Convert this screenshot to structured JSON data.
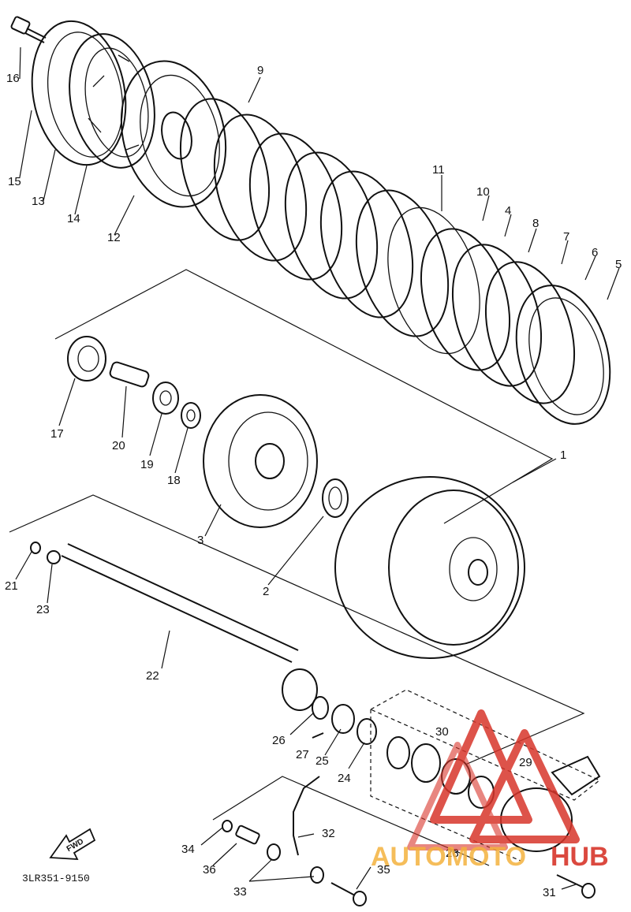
{
  "labels": {
    "p1": "1",
    "p2": "2",
    "p3": "3",
    "p4": "4",
    "p5": "5",
    "p6": "6",
    "p7": "7",
    "p8": "8",
    "p9": "9",
    "p10": "10",
    "p11": "11",
    "p12": "12",
    "p13": "13",
    "p14": "14",
    "p15": "15",
    "p16": "16",
    "p17": "17",
    "p18": "18",
    "p19": "19",
    "p20": "20",
    "p21": "21",
    "p22": "22",
    "p23": "23",
    "p24": "24",
    "p25": "25",
    "p26": "26",
    "p27": "27",
    "p28": "28",
    "p29": "29",
    "p30": "30",
    "p31": "31",
    "p32": "32",
    "p33": "33",
    "p34": "34",
    "p35": "35",
    "p36": "36"
  },
  "diagram_code": "3LR351-9150",
  "fwd_arrow": "FWD",
  "watermark": {
    "text_a": "AUTOMOTO",
    "text_b": "HUB",
    "color_a": "#f4b23e",
    "color_b": "#d8362b"
  },
  "colors": {
    "line": "#111111",
    "background": "#ffffff",
    "watermark_red": "#d8362b",
    "watermark_orange": "#f4b23e"
  }
}
